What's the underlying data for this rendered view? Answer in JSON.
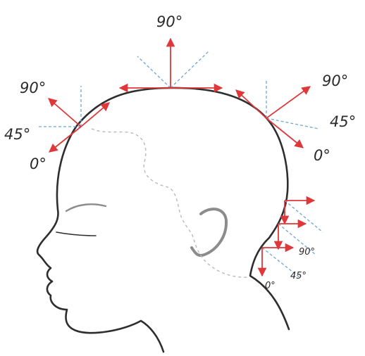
{
  "labels": {
    "crown_90": "90°",
    "front_90": "90°",
    "front_45": "45°",
    "front_0": "0°",
    "back_90": "90°",
    "back_45": "45°",
    "back_0": "0°",
    "nape_90": "90°",
    "nape_45": "45°",
    "nape_0": "0°"
  },
  "colors": {
    "arrow": "#e0373a",
    "guide": "#6fa6d6",
    "outline": "#2e2e2e",
    "hairline": "#b9b9b9"
  }
}
